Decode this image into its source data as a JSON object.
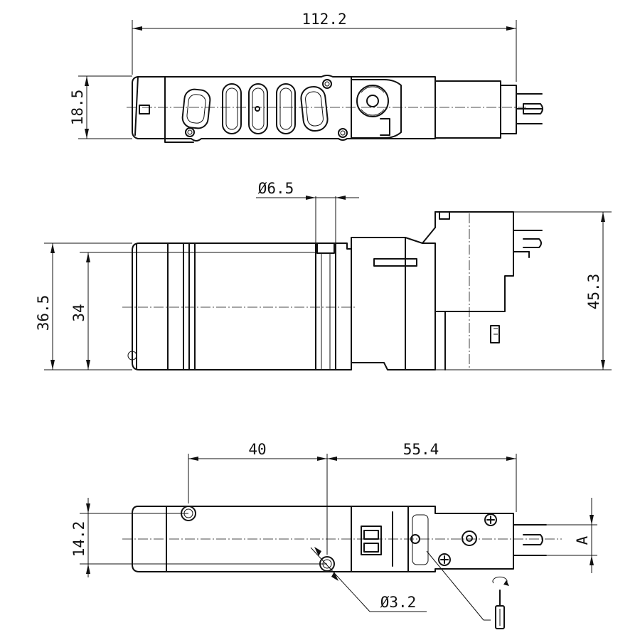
{
  "dimensions": {
    "top_length": "112.2",
    "top_height": "18.5",
    "port_diameter": "Ø6.5",
    "side_height_outer": "36.5",
    "side_height_inner": "34",
    "side_height_total": "45.3",
    "mount_spacing": "40",
    "mount_to_end": "55.4",
    "bottom_height": "14.2",
    "hole_diameter": "Ø3.2",
    "pin_dimension": "A"
  },
  "icons": {
    "screwdriver": "screwdriver-icon",
    "rotation": "rotation-arrow-icon",
    "screw": "cross-screw-icon"
  }
}
